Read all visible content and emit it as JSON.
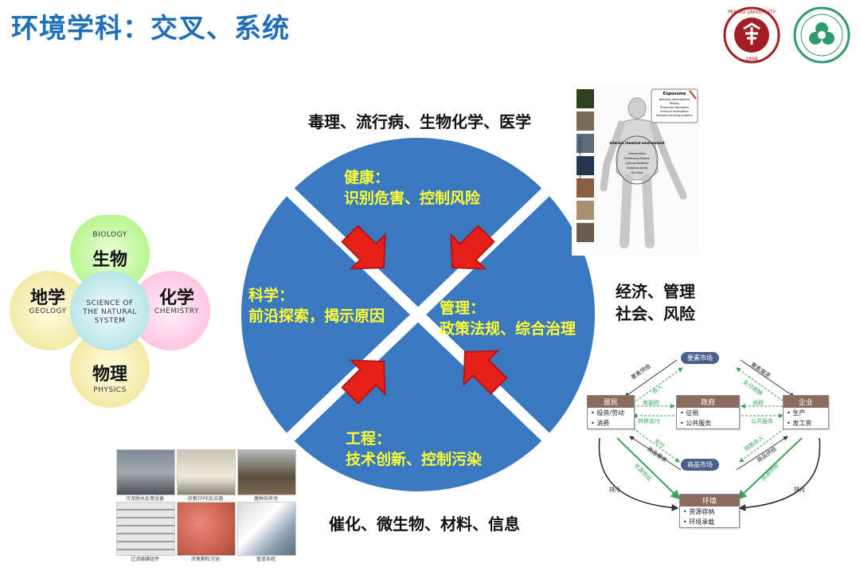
{
  "title": "环境学科：交叉、系统",
  "top_label": "毒理、流行病、生物化学、医学",
  "right_label_line1": "经济、管理",
  "right_label_line2": "社会、风险",
  "bottom_label": "催化、微生物、材料、信息",
  "quadrants": {
    "top": {
      "heading": "健康：",
      "body": "识别危害、控制风险"
    },
    "left": {
      "heading": "科学：",
      "body": "前沿探索，揭示原因"
    },
    "right": {
      "heading": "管理：",
      "body": "政策法规、综合治理"
    },
    "bottom": {
      "heading": "工程：",
      "body": "技术创新、控制污染"
    }
  },
  "flower": {
    "center": "SCIENCE OF THE NATURAL SYSTEM",
    "top": {
      "cn": "生物",
      "en": "BIOLOGY"
    },
    "right": {
      "cn": "化学",
      "en": "CHEMISTRY"
    },
    "bottom": {
      "cn": "物理",
      "en": "PHYSICS"
    },
    "left": {
      "cn": "地学",
      "en": "GEOLOGY"
    }
  },
  "logos": {
    "pku_text": "PEKING UNIVERSITY",
    "pku_year": "1898"
  },
  "body_figure": {
    "exposome_title": "Exposome",
    "exposome_items": [
      "Reactive electrophiles",
      "Metals",
      "Endocrine disruptors",
      "Immune modulators",
      "Receptor-binding proteins"
    ],
    "internal_title": "Internal chemical environment",
    "internal_items": [
      "Inflammation",
      "Preexisting disease",
      "Lipid peroxidation",
      "Oxidative stress",
      "Gut flora"
    ],
    "side_label": "External environment"
  },
  "econ": {
    "market_factor": "要素市场",
    "market_goods": "商品市场",
    "residents": {
      "title": "居民",
      "items": [
        "• 投资/劳动",
        "• 消费"
      ]
    },
    "government": {
      "title": "政府",
      "items": [
        "• 征税",
        "• 公共服务"
      ]
    },
    "enterprise": {
      "title": "企业",
      "items": [
        "• 生产",
        "• 发工资"
      ]
    },
    "environment": {
      "title": "环境",
      "items": [
        "• 资源容纳",
        "• 环境承载"
      ]
    },
    "edge_labels": [
      "要素供给",
      "要素需求",
      "收入",
      "支付报酬",
      "商服税",
      "纳税",
      "转移支付",
      "公共服务",
      "公共服务",
      "支付",
      "销售收入",
      "商品需求",
      "商品供给",
      "资源供给",
      "资源供给",
      "排污",
      "排污"
    ]
  },
  "photo_captions": [
    "污泥脱水处理设备",
    "厌氧TFPE反应器",
    "菌种培养池",
    "过滤器膜组件",
    "厌氧颗粒污泥",
    "管道系统"
  ],
  "colors": {
    "circle": "#3a78c0",
    "arrow": "#e8201a",
    "title": "#1f6fb8",
    "quadrant_text": "#ffff33"
  }
}
